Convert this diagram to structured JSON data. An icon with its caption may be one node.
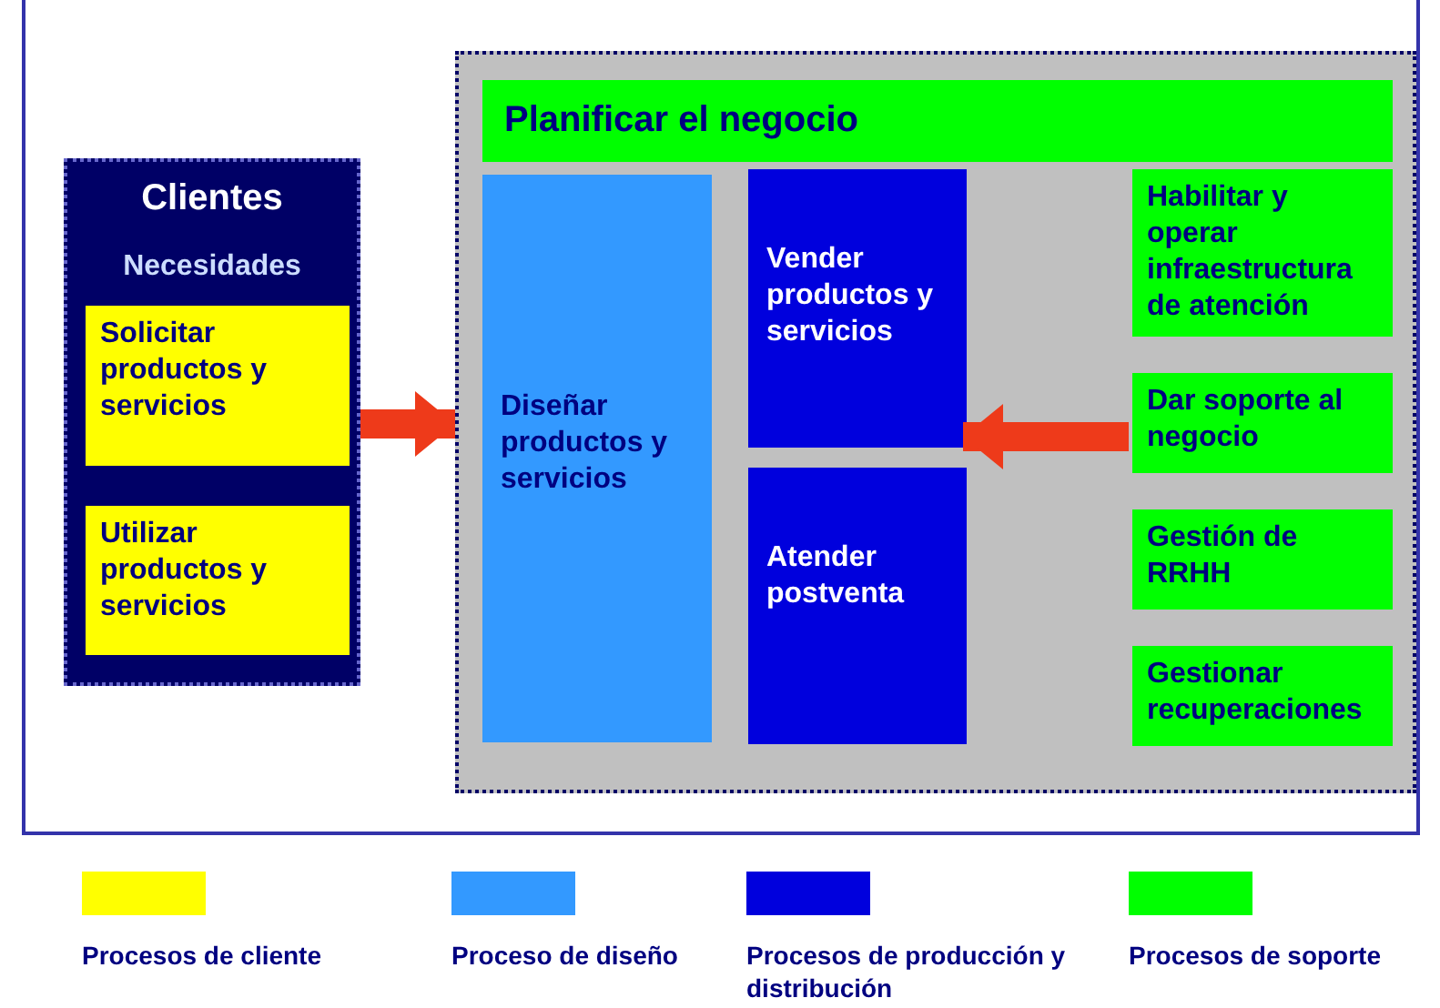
{
  "diagram": {
    "nodes": [
      {
        "text": [
          "Clientes",
          "Necesidades"
        ]
      },
      {
        "text": [
          "Solicitar productos y servicios"
        ],
        "in": 0
      },
      {
        "text": [
          "Utilizar productos y servicios"
        ],
        "in": 0
      },
      {
        "text": [],
        "shape": "box"
      },
      {
        "text": [
          "Planificar el negocio"
        ],
        "in": 3
      },
      {
        "text": [
          "Diseñar productos y servicios"
        ],
        "in": 3
      },
      {
        "text": [
          "Vender productos y servicios"
        ],
        "in": 3
      },
      {
        "text": [
          "Atender postventa"
        ],
        "in": 3
      },
      {
        "text": [
          "Habilitar y operar infraestructura de atención"
        ],
        "in": 3
      },
      {
        "text": [
          "Dar soporte al negocio"
        ],
        "in": 3
      },
      {
        "text": [
          "Gestión de RRHH"
        ],
        "in": 3
      },
      {
        "text": [
          "Gestionar recuperaciones"
        ],
        "in": 3
      }
    ],
    "edges": [
      {
        "from": 0,
        "to": 3,
        "arrow": "to"
      },
      {
        "from": 9,
        "to": 6,
        "arrow": "to"
      }
    ],
    "legend": [
      {
        "text": "Procesos de cliente",
        "color": "#ffff00"
      },
      {
        "text": "Proceso de diseño",
        "color": "#3399ff"
      },
      {
        "text": "Procesos de producción y distribución",
        "color": "#0000dd"
      },
      {
        "text": "Procesos de soporte",
        "color": "#00ff00"
      }
    ]
  }
}
